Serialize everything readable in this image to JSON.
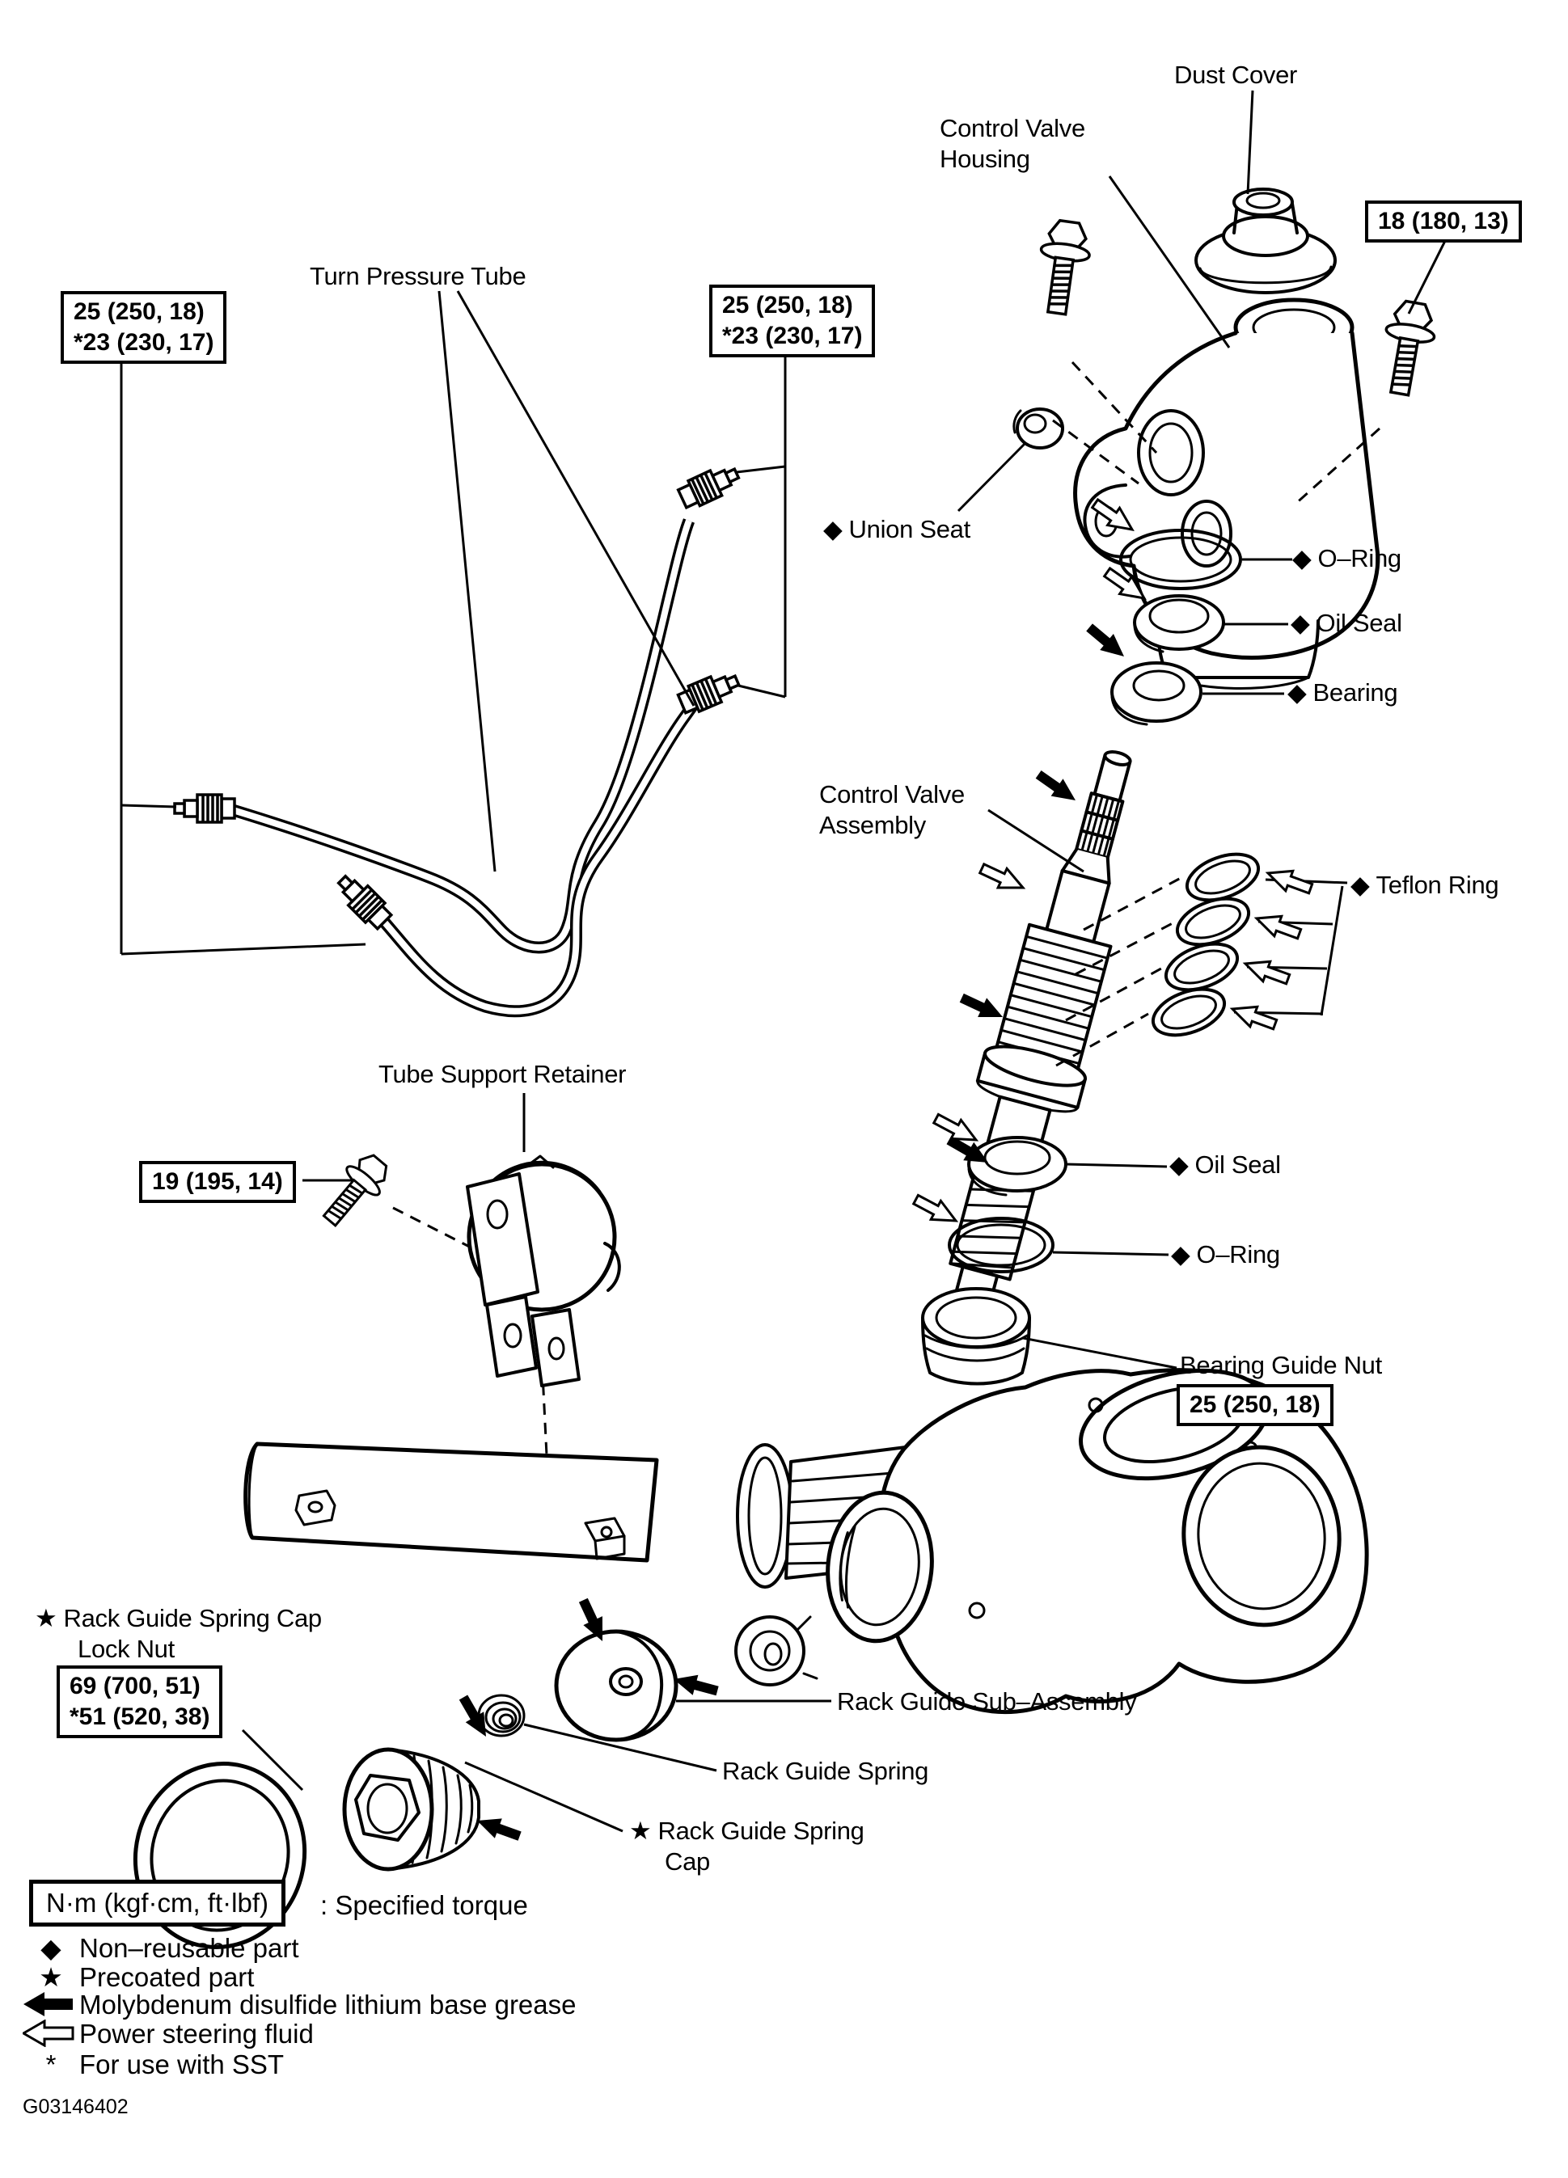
{
  "colors": {
    "ink": "#000000",
    "paper": "#ffffff"
  },
  "symbols": {
    "diamond": "◆",
    "star": "★",
    "asterisk": "*"
  },
  "labels": {
    "dust_cover": "Dust Cover",
    "control_valve_housing_1": "Control Valve",
    "control_valve_housing_2": "Housing",
    "turn_pressure_tube": "Turn Pressure Tube",
    "union_seat": "Union Seat",
    "o_ring_top": "O–Ring",
    "oil_seal_top": "Oil Seal",
    "bearing": "Bearing",
    "control_valve_assembly_1": "Control Valve",
    "control_valve_assembly_2": "Assembly",
    "teflon_ring": "Teflon Ring",
    "oil_seal_mid": "Oil Seal",
    "o_ring_mid": "O–Ring",
    "bearing_guide_nut": "Bearing Guide Nut",
    "tube_support_retainer": "Tube Support Retainer",
    "rack_guide_spring_cap_line": "Rack Guide Spring Cap",
    "lock_nut_line": "Lock Nut",
    "rack_guide_sub_assembly": "Rack Guide Sub–Assembly",
    "rack_guide_spring": "Rack Guide Spring",
    "rack_guide_spring_cap_1": "Rack Guide Spring",
    "rack_guide_spring_cap_2": "Cap"
  },
  "torque_boxes": {
    "tube_left_1": "25 (250, 18)",
    "tube_left_2": "*23 (230, 17)",
    "tube_right_1": "25 (250, 18)",
    "tube_right_2": "*23 (230, 17)",
    "housing_bolt": "18 (180, 13)",
    "retainer_bolt": "19 (195, 14)",
    "bearing_guide_nut": "25 (250, 18)",
    "lock_nut_1": "69 (700, 51)",
    "lock_nut_2": "*51 (520, 38)"
  },
  "legend": {
    "torque_unit": "N·m (kgf·cm, ft·lbf)",
    "torque_desc": ": Specified torque",
    "items": [
      {
        "symbol": "diamond",
        "text": "Non–reusable part"
      },
      {
        "symbol": "star",
        "text": "Precoated part"
      },
      {
        "symbol": "grease-arrow",
        "text": "Molybdenum disulfide lithium base grease"
      },
      {
        "symbol": "fluid-arrow",
        "text": "Power steering fluid"
      },
      {
        "symbol": "asterisk",
        "text": "For use with SST"
      }
    ]
  },
  "figure_code": "G03146402"
}
